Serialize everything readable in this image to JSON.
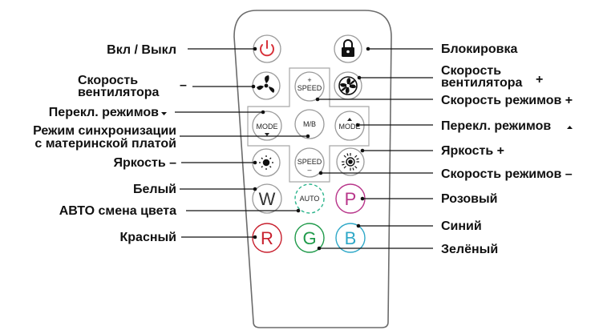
{
  "labels": {
    "power": "Вкл / Выкл",
    "fan_speed_down_line1": "Скорость",
    "fan_speed_down_line2": "вентилятора",
    "fan_speed_down_sign": "–",
    "mode_switch_down": "Перекл. режимов",
    "sync_mode_line1": "Режим синхронизации",
    "sync_mode_line2": "с материнской платой",
    "brightness_down": "Яркость –",
    "white": "Белый",
    "auto_color": "АВТО смена цвета",
    "red": "Красный",
    "lock": "Блокировка",
    "fan_speed_up_line1": "Скорость",
    "fan_speed_up_line2": "вентилятора",
    "fan_speed_up_sign": "+",
    "mode_speed_up": "Скорость режимов +",
    "mode_switch_up": "Перекл. режимов",
    "brightness_up": "Яркость +",
    "mode_speed_down": "Скорость режимов –",
    "pink": "Розовый",
    "blue": "Синий",
    "green": "Зелёный"
  },
  "buttons": {
    "speed_up_sign": "+",
    "speed_up": "SPEED",
    "mode_left": "MODE",
    "mb": "M/B",
    "mode_right": "MODE",
    "speed_down": "SPEED",
    "speed_down_sign": "–",
    "auto": "AUTO",
    "w": "W",
    "p": "P",
    "r": "R",
    "g": "G",
    "b": "B"
  },
  "icons": {
    "power": "power-icon",
    "lock": "padlock-icon",
    "fan_down": "fan-slow-icon",
    "fan_up": "fan-fast-icon",
    "brightness_down": "sun-dim-icon",
    "brightness_up": "sun-bright-icon"
  },
  "colors": {
    "power_red": "#d8323a",
    "white_button": "#9a9a9a",
    "auto_dash": "#2db58d",
    "pink": "#b8358a",
    "red": "#c8202e",
    "green": "#1f9a4a",
    "blue": "#2ea8c8"
  }
}
